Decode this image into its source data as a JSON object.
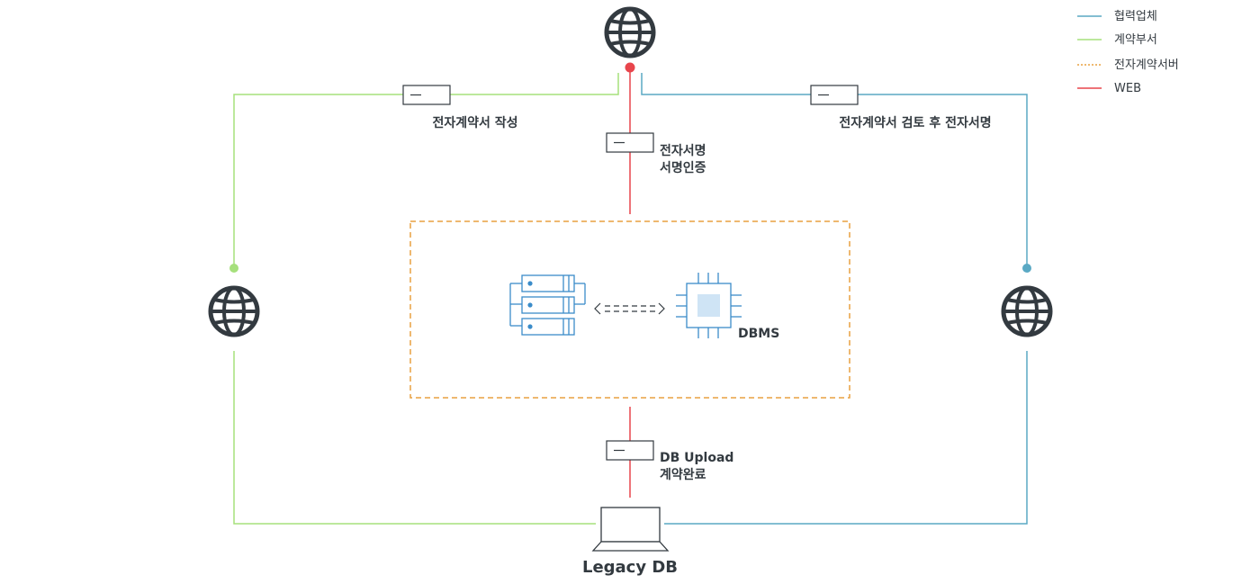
{
  "legend": {
    "items": [
      {
        "label": "협력업체",
        "color": "#5aa9c4",
        "style": "solid"
      },
      {
        "label": "계약부서",
        "color": "#a6e07c",
        "style": "solid"
      },
      {
        "label": "전자계약서버",
        "color": "#e8a040",
        "style": "dotted"
      },
      {
        "label": "WEB",
        "color": "#e8454c",
        "style": "solid"
      }
    ]
  },
  "labels": {
    "left_flow": "전자계약서 작성",
    "right_flow": "전자계약서 검토 후 전자서명",
    "center_top_line1": "전자서명",
    "center_top_line2": "서명인증",
    "center_bottom_line1": "DB Upload",
    "center_bottom_line2": "계약완료",
    "dbms": "DBMS",
    "legacy": "Legacy DB"
  },
  "icons": {
    "globe": "globe-icon",
    "server": "server-rack-icon",
    "chip": "cpu-chip-icon",
    "laptop": "laptop-icon",
    "document": "document-icon"
  },
  "colors": {
    "partner": "#5aa9c4",
    "dept": "#a6e07c",
    "server_box": "#e8a040",
    "web": "#e8454c",
    "icon_dark": "#333a40",
    "icon_blue": "#3b8cc9"
  }
}
